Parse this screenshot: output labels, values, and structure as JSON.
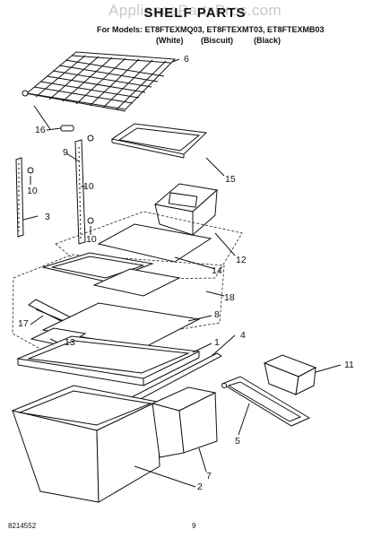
{
  "watermark": "AppliancePartsPros.com",
  "title": "SHELF PARTS",
  "models_line": "For Models: ET8FTEXMQ03, ET8FTEXMT03, ET8FTEXMB03",
  "variants": [
    "(White)",
    "(Biscuit)",
    "(Black)"
  ],
  "callouts": [
    "6",
    "16",
    "9",
    "10",
    "10",
    "10",
    "3",
    "15",
    "12",
    "14",
    "18",
    "17",
    "8",
    "13",
    "1",
    "4",
    "11",
    "5",
    "7",
    "2"
  ],
  "footer": {
    "doc_number": "8214552",
    "page": "9"
  }
}
